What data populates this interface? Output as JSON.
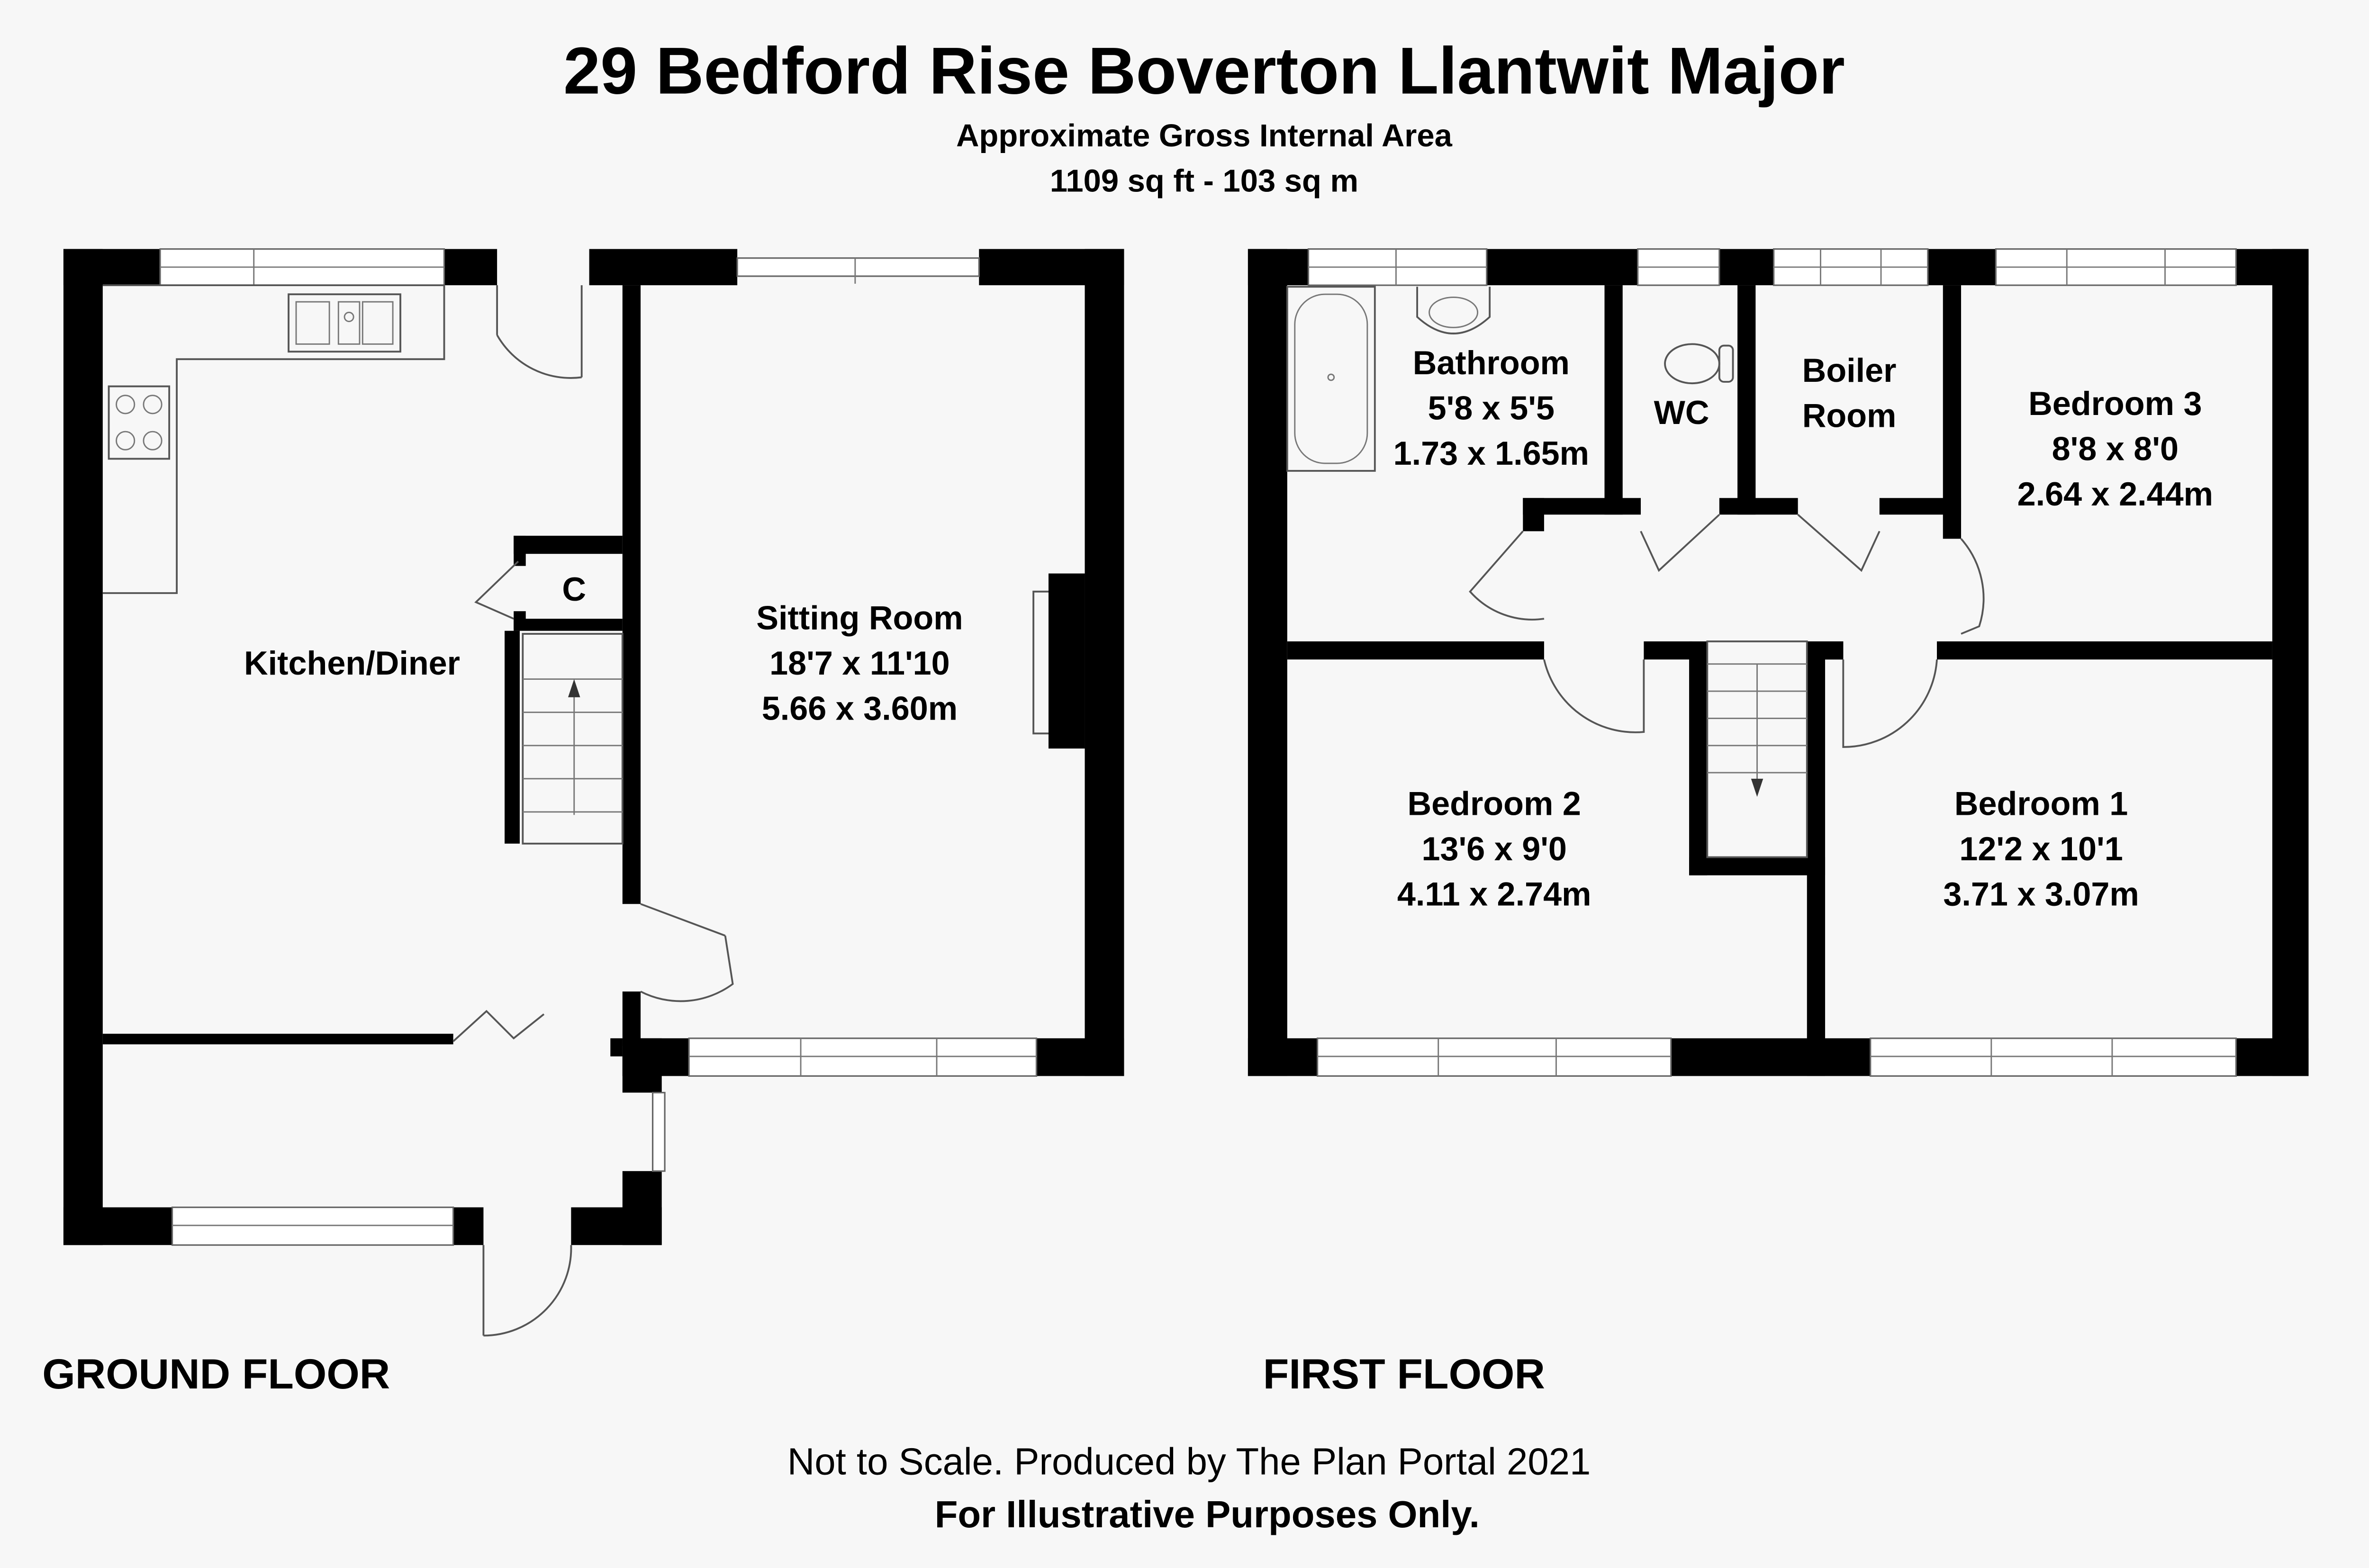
{
  "header": {
    "title": "29 Bedford Rise Boverton Llantwit Major",
    "area_label": "Approximate Gross Internal Area",
    "area_value": "1109 sq ft - 103 sq m"
  },
  "ground_floor": {
    "label": "GROUND FLOOR",
    "rooms": {
      "kitchen": {
        "name": "Kitchen/Diner"
      },
      "cupboard": {
        "name": "C"
      },
      "sitting": {
        "name": "Sitting Room",
        "imperial": "18'7 x 11'10",
        "metric": "5.66 x 3.60m"
      }
    }
  },
  "first_floor": {
    "label": "FIRST FLOOR",
    "rooms": {
      "bathroom": {
        "name": "Bathroom",
        "imperial": "5'8 x 5'5",
        "metric": "1.73 x 1.65m"
      },
      "wc": {
        "name": "WC"
      },
      "boiler": {
        "name_line1": "Boiler",
        "name_line2": "Room"
      },
      "bedroom3": {
        "name": "Bedroom 3",
        "imperial": "8'8 x 8'0",
        "metric": "2.64 x 2.44m"
      },
      "bedroom2": {
        "name": "Bedroom 2",
        "imperial": "13'6 x 9'0",
        "metric": "4.11 x 2.74m"
      },
      "bedroom1": {
        "name": "Bedroom 1",
        "imperial": "12'2 x 10'1",
        "metric": "3.71 x 3.07m"
      }
    }
  },
  "footer": {
    "line1": "Not to Scale. Produced by The Plan Portal 2021",
    "line2": "For Illustrative Purposes Only."
  }
}
